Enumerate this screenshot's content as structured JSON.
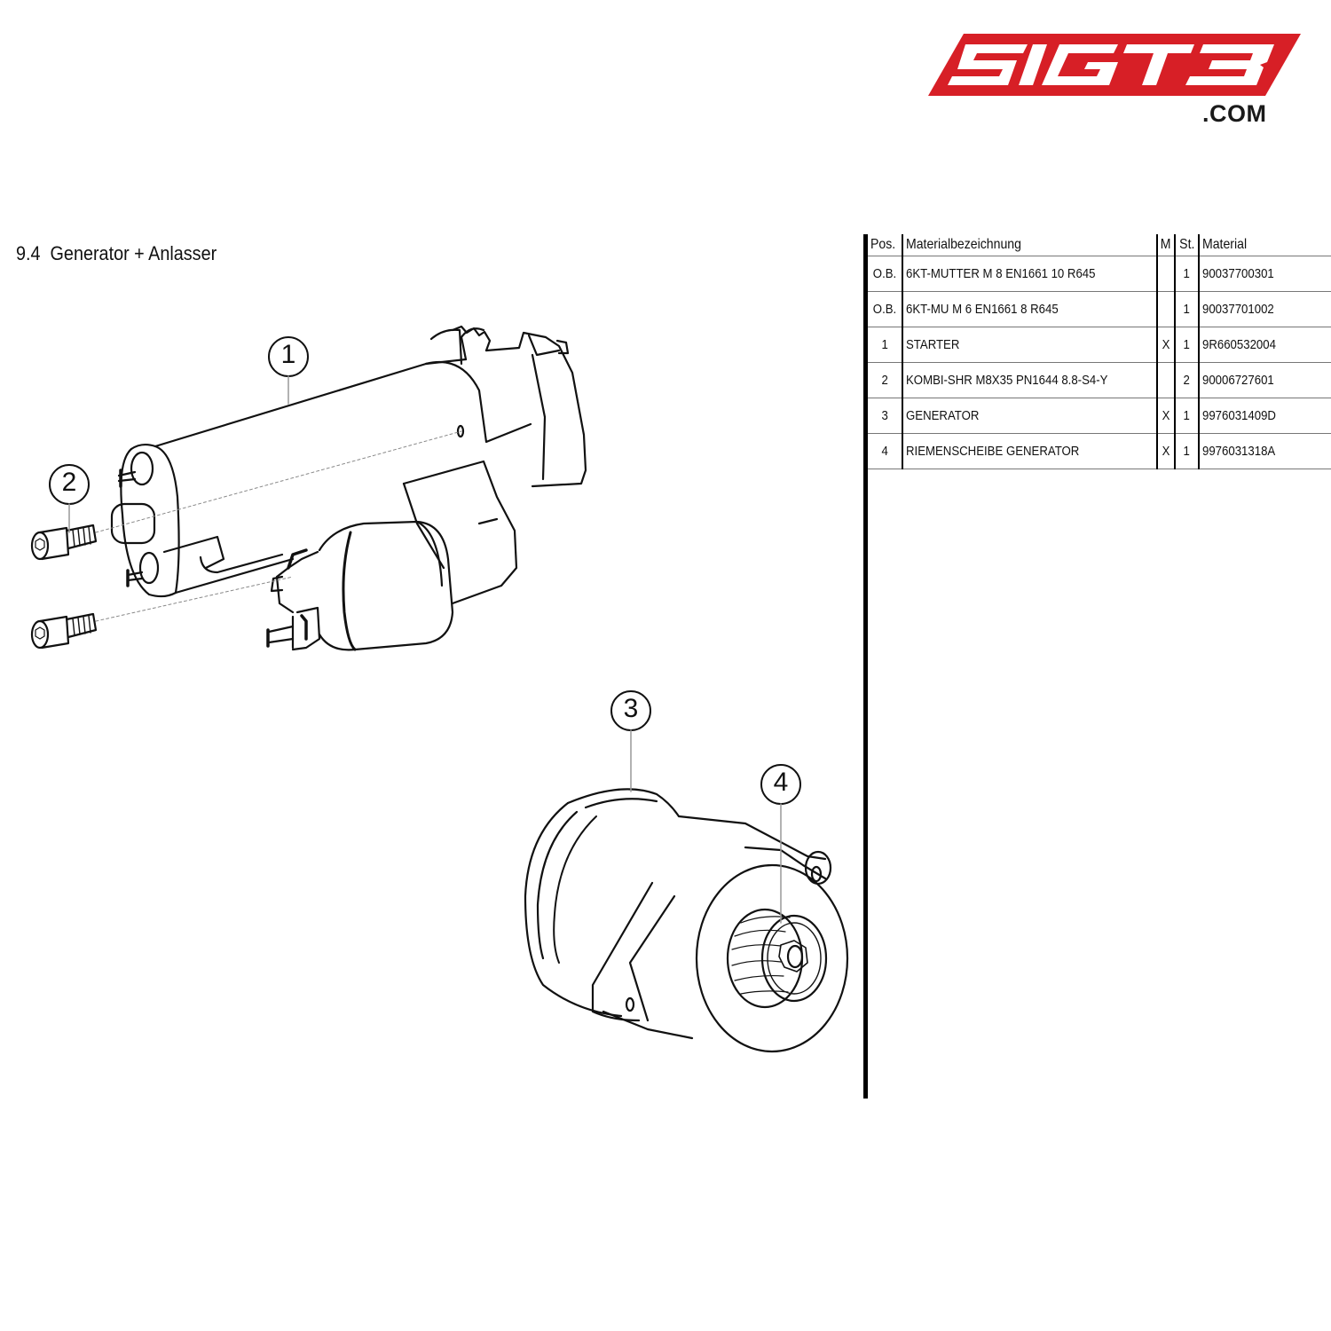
{
  "logo": {
    "text": "51GT3",
    "suffix": ".COM",
    "brand_color": "#d71f26"
  },
  "section": {
    "number": "9.4",
    "title": "Generator + Anlasser",
    "full": "9.4  Generator + Anlasser"
  },
  "callouts": [
    {
      "label": "1",
      "part": "starter"
    },
    {
      "label": "2",
      "part": "screw"
    },
    {
      "label": "3",
      "part": "generator"
    },
    {
      "label": "4",
      "part": "pulley"
    }
  ],
  "table": {
    "headers": {
      "pos": "Pos.",
      "description": "Materialbezeichnung",
      "m": "M",
      "qty": "St.",
      "material": "Material"
    },
    "rows": [
      {
        "pos": "O.B.",
        "description": "6KT-MUTTER M 8 EN1661 10 R645",
        "m": "",
        "qty": "1",
        "material": "90037700301"
      },
      {
        "pos": "O.B.",
        "description": "6KT-MU M 6 EN1661 8 R645",
        "m": "",
        "qty": "1",
        "material": "90037701002"
      },
      {
        "pos": "1",
        "description": "STARTER",
        "m": "X",
        "qty": "1",
        "material": "9R660532004"
      },
      {
        "pos": "2",
        "description": "KOMBI-SHR M8X35 PN1644 8.8-S4-Y",
        "m": "",
        "qty": "2",
        "material": "90006727601"
      },
      {
        "pos": "3",
        "description": "GENERATOR",
        "m": "X",
        "qty": "1",
        "material": "9976031409D"
      },
      {
        "pos": "4",
        "description": "RIEMENSCHEIBE GENERATOR",
        "m": "X",
        "qty": "1",
        "material": "9976031318A"
      }
    ]
  }
}
